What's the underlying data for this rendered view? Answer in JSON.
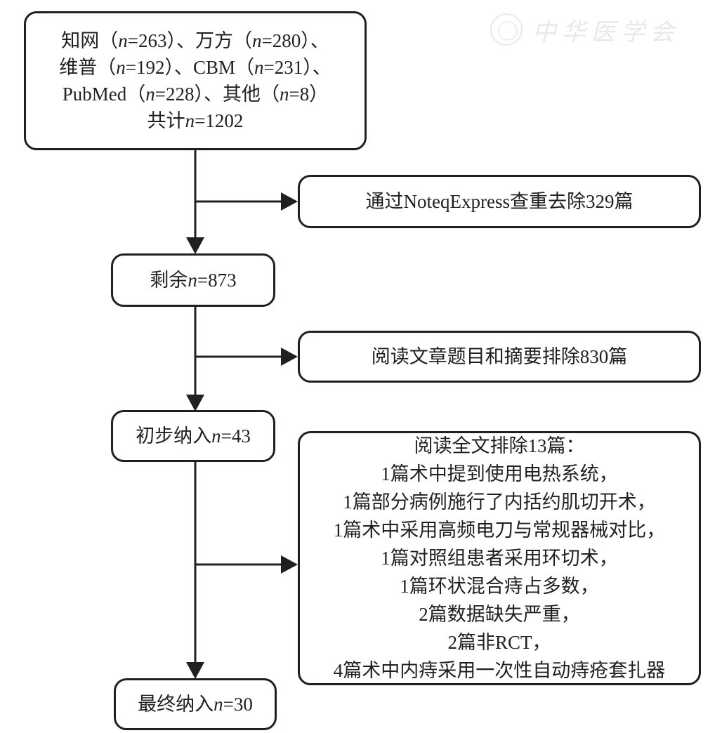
{
  "watermark": {
    "logo_icon": "society-seal-icon",
    "text": "中华医学会"
  },
  "sources_box": {
    "line1_pre": "知网（",
    "line1_n1": "n",
    "line1_mid1": "=263）、万方（",
    "line1_n2": "n",
    "line1_post": "=280）、",
    "line2_pre": "维普（",
    "line2_n1": "n",
    "line2_mid1": "=192）、CBM（",
    "line2_n2": "n",
    "line2_post": "=231）、",
    "line3_pre": "PubMed（",
    "line3_n1": "n",
    "line3_mid1": "=228）、其他（",
    "line3_n2": "n",
    "line3_post": "=8）",
    "line4_pre": "共计",
    "line4_n": "n",
    "line4_post": "=1202"
  },
  "dedup_box": {
    "text": "通过NoteqExpress查重去除329篇"
  },
  "remaining_box": {
    "pre": "剩余",
    "n": "n",
    "post": "=873"
  },
  "title_abstract_box": {
    "text": "阅读文章题目和摘要排除830篇"
  },
  "initial_box": {
    "pre": "初步纳入",
    "n": "n",
    "post": "=43"
  },
  "fulltext_box": {
    "lines": [
      "阅读全文排除13篇：",
      "1篇术中提到使用电热系统，",
      "1篇部分病例施行了内括约肌切开术，",
      "1篇术中采用高频电刀与常规器械对比，",
      "1篇对照组患者采用环切术，",
      "1篇环状混合痔占多数，",
      "2篇数据缺失严重，",
      "2篇非RCT，",
      "4篇术中内痔采用一次性自动痔疮套扎器"
    ]
  },
  "final_box": {
    "pre": "最终纳入",
    "n": "n",
    "post": "=30"
  }
}
